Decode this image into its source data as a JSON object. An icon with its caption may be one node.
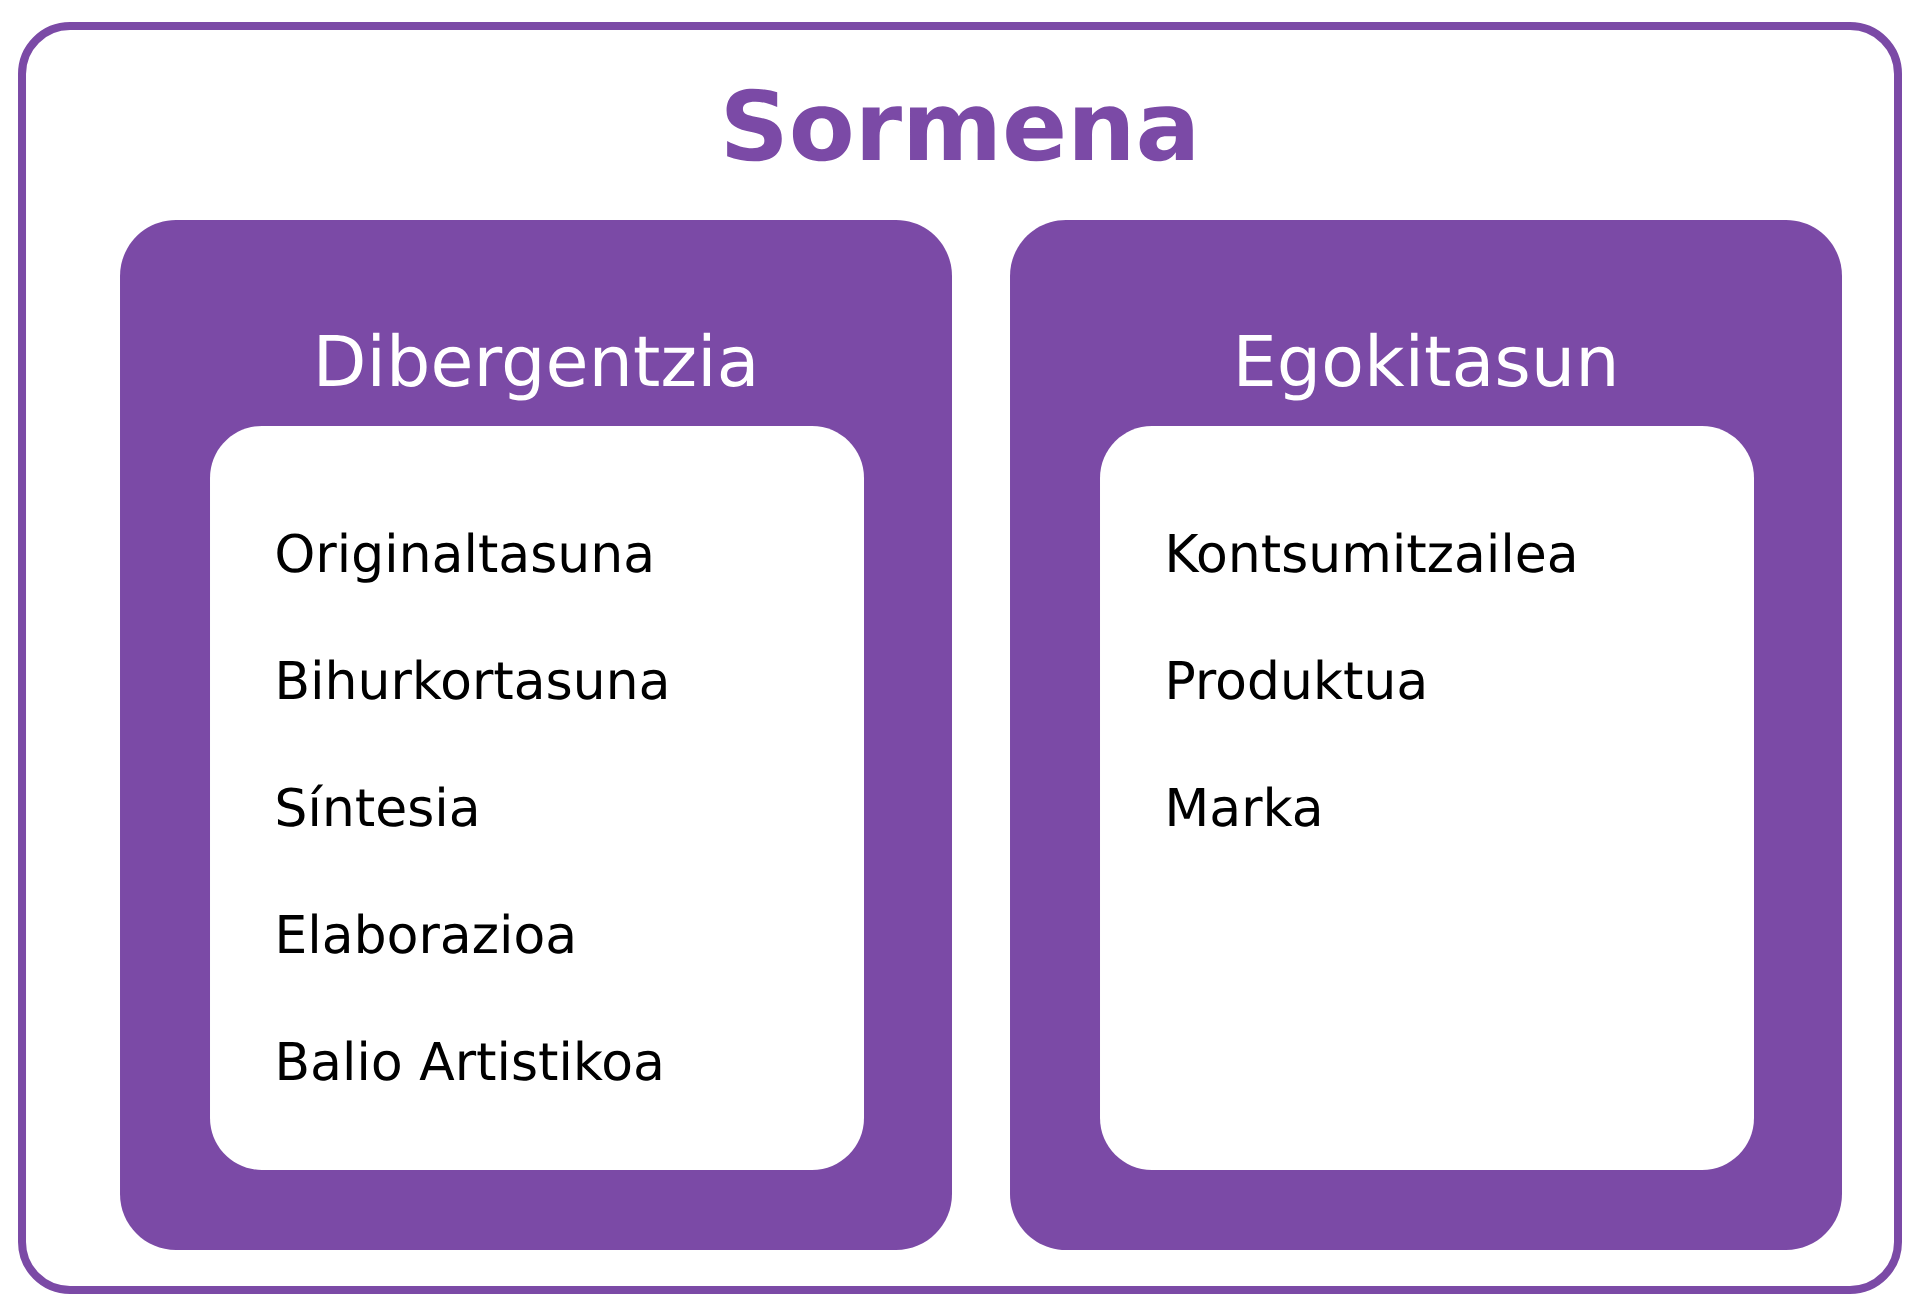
{
  "diagram": {
    "nodes": [
      {
        "text": [
          "Sormena"
        ]
      },
      {
        "text": [
          "Dibergentzia"
        ],
        "in": 0
      },
      {
        "text": [
          "Originaltasuna",
          "Bihurkortasuna",
          "Síntesia",
          "Elaborazioa",
          "Balio Artistikoa"
        ],
        "in": 1
      },
      {
        "text": [
          "Egokitasun"
        ],
        "in": 0
      },
      {
        "text": [
          "Kontsumitzailea",
          "Produktua",
          "Marka"
        ],
        "in": 3
      }
    ]
  }
}
